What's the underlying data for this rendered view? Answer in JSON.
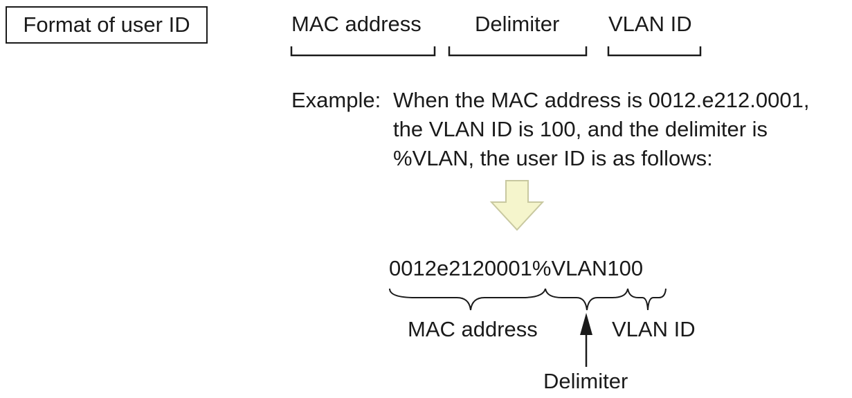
{
  "format_label": "Format of user ID",
  "format_parts": {
    "mac": "MAC address",
    "delimiter": "Delimiter",
    "vlan": "VLAN ID"
  },
  "example": {
    "prefix": "Example:",
    "line1": "When the MAC address is 0012.e212.0001,",
    "line2": "the VLAN ID is 100, and the delimiter is",
    "line3": "%VLAN, the user ID is as follows:"
  },
  "result": {
    "user_id": "0012e2120001%VLAN100",
    "mac_label": "MAC address",
    "vlan_label": "VLAN ID",
    "delimiter_label": "Delimiter"
  },
  "colors": {
    "arrow_fill": "#f5f5cc",
    "arrow_stroke": "#c8c8a0",
    "line": "#1a1a1a"
  }
}
